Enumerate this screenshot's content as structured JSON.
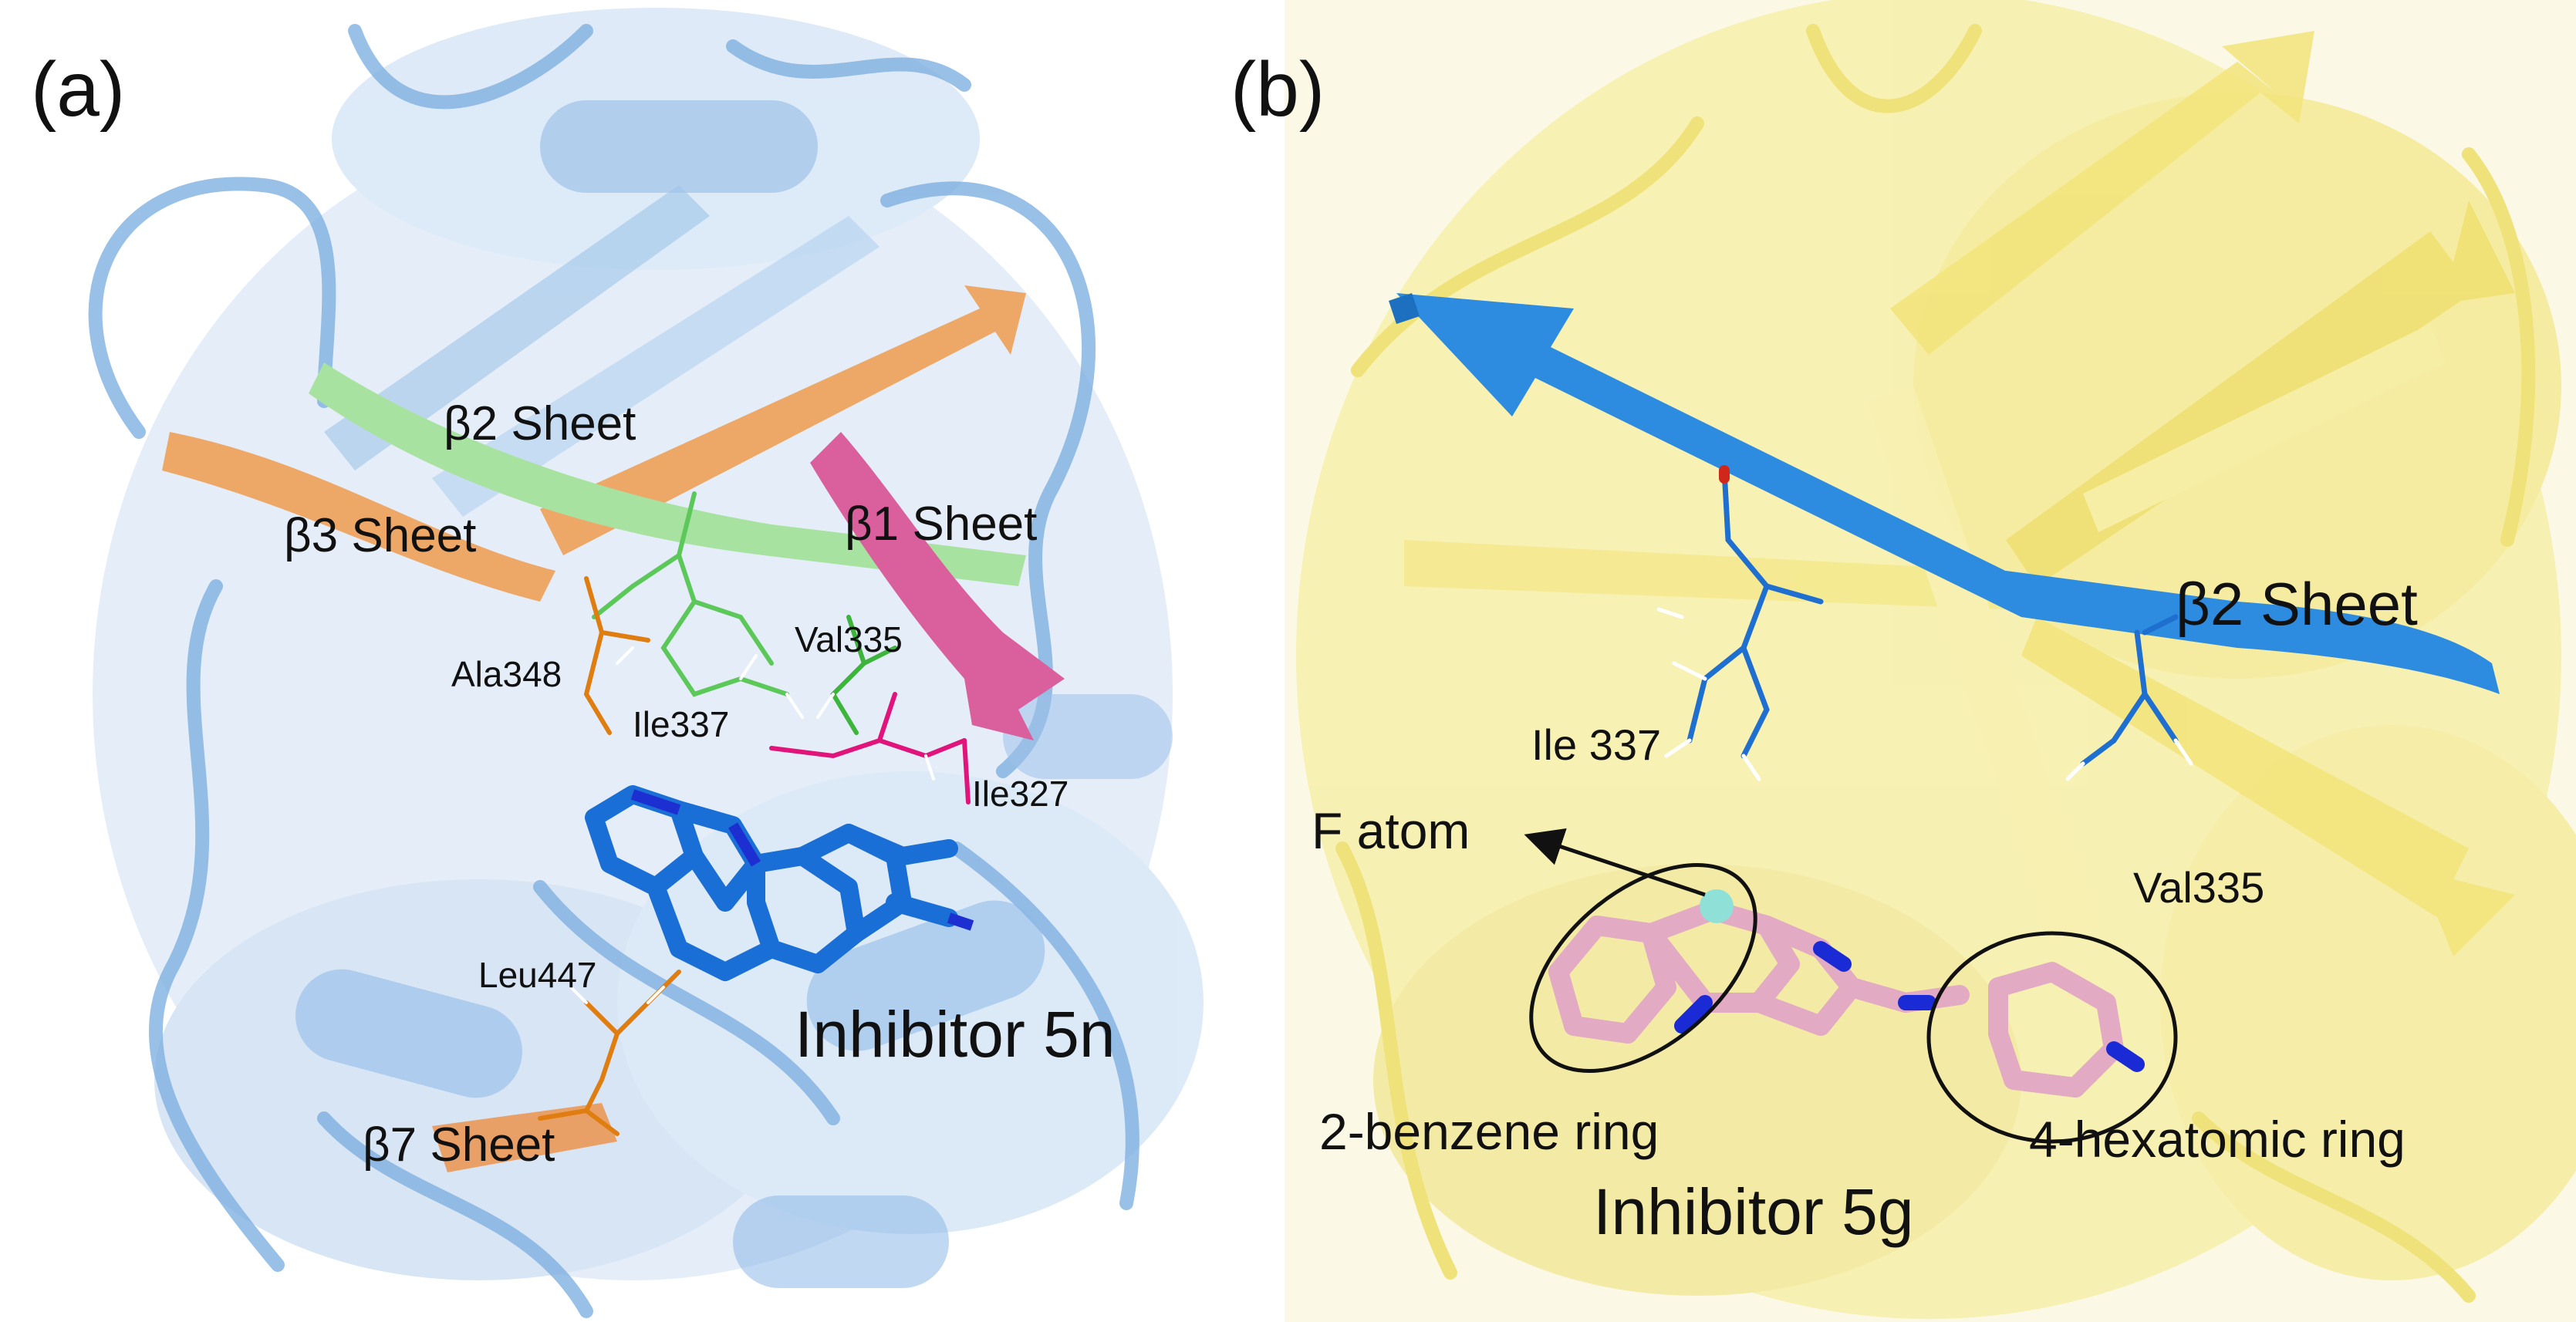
{
  "panels": [
    {
      "letter": "(a)",
      "background_color": "#a9c9ea",
      "sheets": [
        "β2 Sheet",
        "β3 Sheet",
        "β1 Sheet",
        "β7 Sheet"
      ],
      "residues": [
        "Val335",
        "Ala348",
        "Ile337",
        "Ile327",
        "Leu447"
      ],
      "inhibitor": "Inhibitor 5n",
      "sheet_colors": {
        "beta1": "#d9609c",
        "beta2": "#a8e2a0",
        "beta3": "#eda867",
        "beta7": "#e9a066"
      },
      "ligand_color": "#1a6fd6"
    },
    {
      "letter": "(b)",
      "background_color": "#f6ee9e",
      "sheets": [
        "β2 Sheet"
      ],
      "residues": [
        "Ile 337",
        "Val335"
      ],
      "annotations": [
        "F atom",
        "2-benzene ring",
        "4-hexatomic ring"
      ],
      "inhibitor": "Inhibitor 5g",
      "sheet_colors": {
        "beta2": "#2d8ce0"
      },
      "ligand_color": "#e3aac4"
    }
  ]
}
